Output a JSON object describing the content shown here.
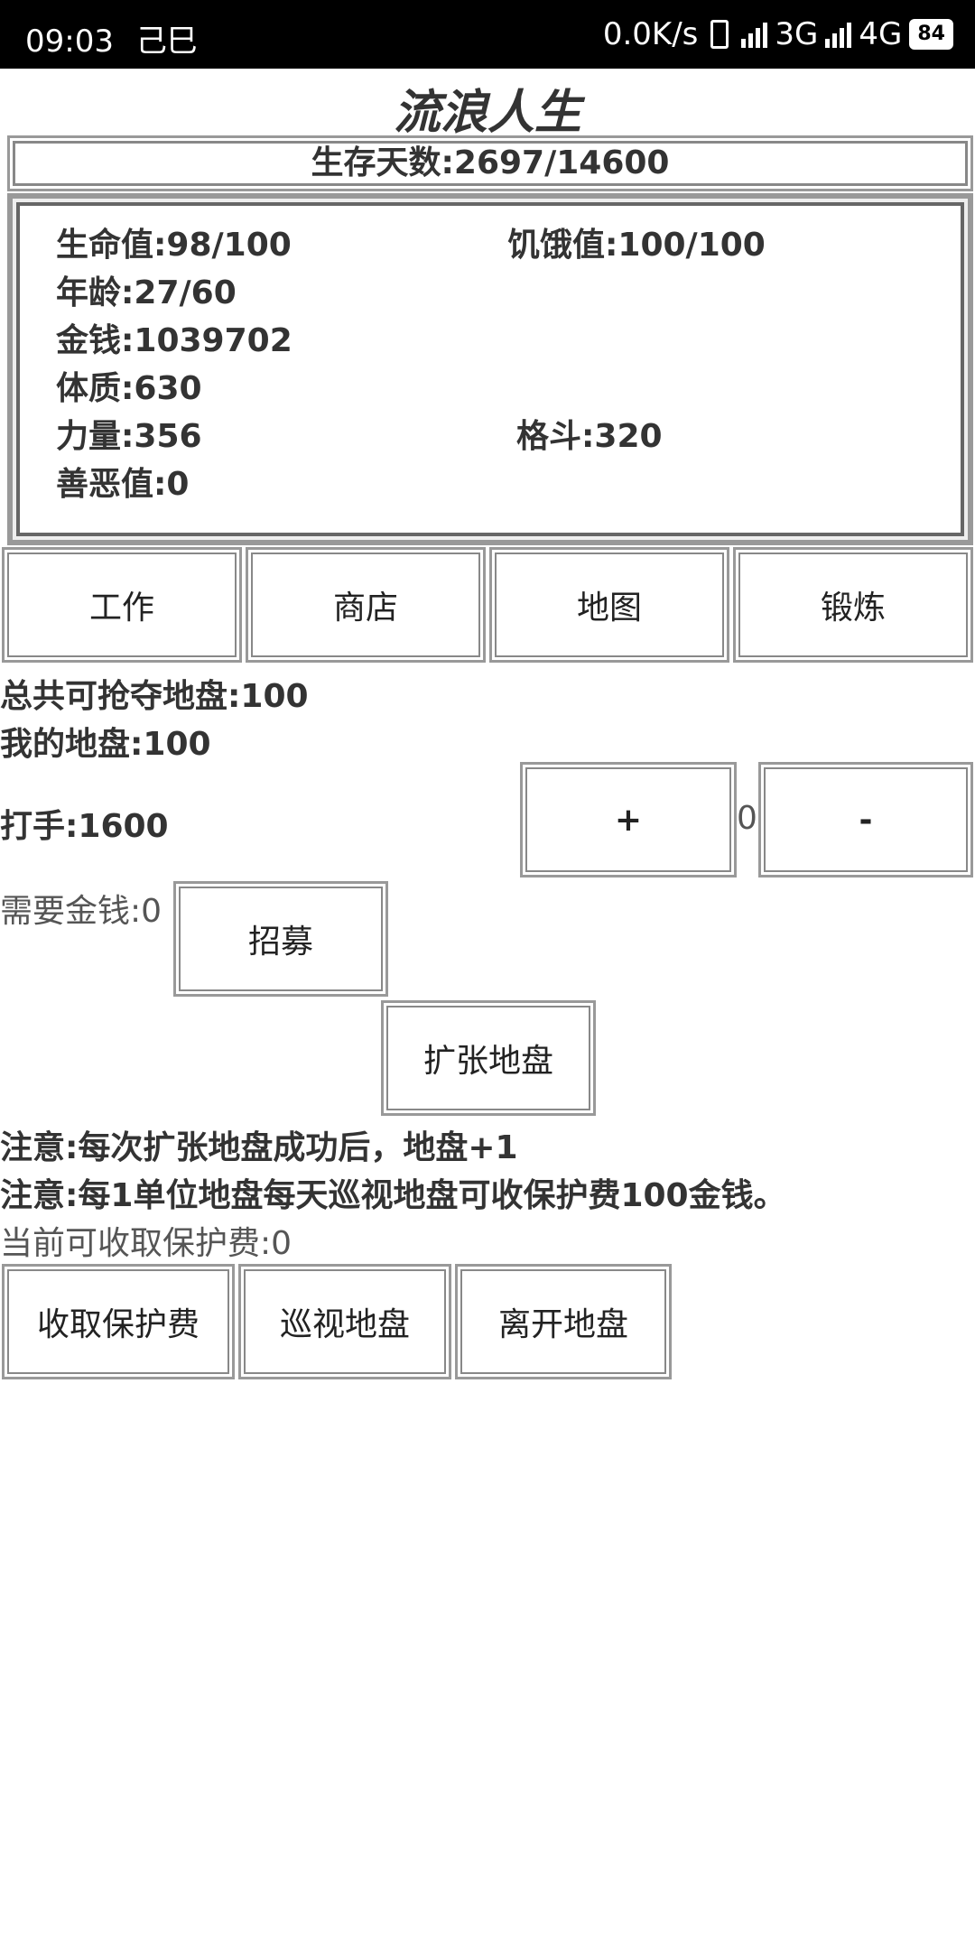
{
  "status": {
    "time": "09:03",
    "extra": "己巳",
    "speed": "0.0K/s",
    "net1": "3G",
    "net2": "4G",
    "battery": "84"
  },
  "title": "流浪人生",
  "days": "生存天数:2697/14600",
  "stats": {
    "hp": "生命值:98/100",
    "hunger": "饥饿值:100/100",
    "age": "年龄:27/60",
    "money": "金钱:1039702",
    "constitution": "体质:630",
    "strength": "力量:356",
    "fight": "格斗:320",
    "karma": "善恶值:0"
  },
  "nav": {
    "work": "工作",
    "shop": "商店",
    "map": "地图",
    "train": "锻炼"
  },
  "territory": {
    "total": "总共可抢夺地盘:100",
    "mine": "我的地盘:100",
    "thugs": "打手:1600",
    "plus": "+",
    "count": "0",
    "minus": "-",
    "cost": "需要金钱:0",
    "recruit": "招募",
    "expand": "扩张地盘",
    "note1": "注意:每次扩张地盘成功后，地盘+1",
    "note2": "注意:每1单位地盘每天巡视地盘可收保护费100金钱。",
    "fee": "当前可收取保护费:0",
    "collect": "收取保护费",
    "patrol": "巡视地盘",
    "leave": "离开地盘"
  }
}
